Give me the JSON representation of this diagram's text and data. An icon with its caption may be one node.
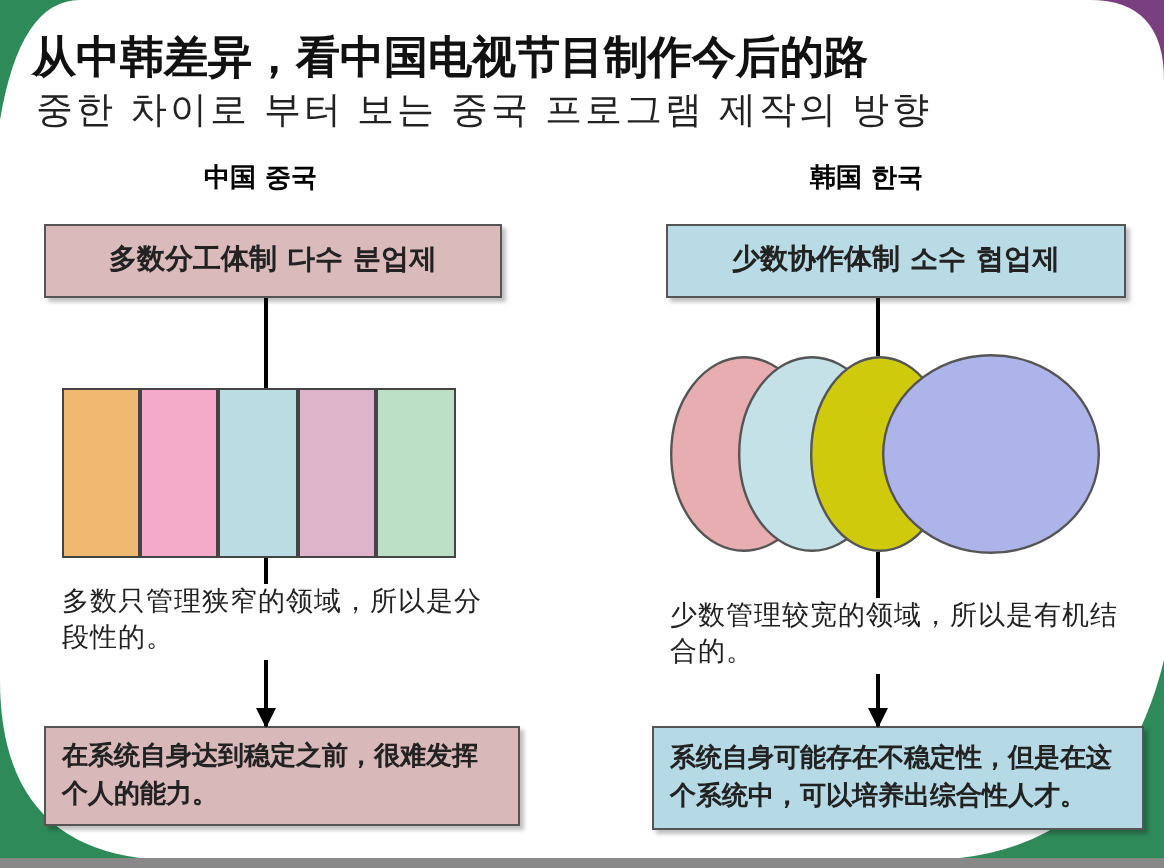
{
  "diagram": {
    "title": "从中韩差异，看中国电视节目制作今后的路",
    "nodes": [
      {
        "text": [
          "多数分工体制 다수 분업제"
        ]
      },
      {
        "text": [],
        "shape": "bar"
      },
      {
        "text": [],
        "shape": "bar"
      },
      {
        "text": [],
        "shape": "bar"
      },
      {
        "text": [],
        "shape": "bar"
      },
      {
        "text": [],
        "shape": "bar"
      },
      {
        "text": [
          "多数只管理狭窄的领域，所以是分段性的。"
        ]
      },
      {
        "text": [
          "在系统自身达到稳定之前，很难发挥个人的能力。"
        ]
      },
      {
        "text": [
          "少数协作体制 소수 협업제"
        ]
      },
      {
        "text": [],
        "shape": "circle"
      },
      {
        "text": [],
        "shape": "circle"
      },
      {
        "text": [],
        "shape": "circle"
      },
      {
        "text": [],
        "shape": "circle"
      },
      {
        "text": [
          "少数管理较宽的领域，所以是有机结合的。"
        ]
      },
      {
        "text": [
          "系统自身可能存在不稳定性，但是在这个系统中，可以培养出综合性人才。"
        ]
      }
    ],
    "edges": [
      {
        "from": 0,
        "to": 3,
        "arrow": "none"
      },
      {
        "from": 3,
        "to": 6,
        "arrow": "none"
      },
      {
        "from": 6,
        "to": 7,
        "arrow": "to"
      },
      {
        "from": 8,
        "to": 11,
        "arrow": "none"
      },
      {
        "from": 11,
        "to": 13,
        "arrow": "none"
      },
      {
        "from": 13,
        "to": 14,
        "arrow": "to"
      }
    ],
    "labels": [
      "중한 차이로 부터 보는 중국 프로그램 제작의 방향",
      "中国 중국",
      "韩国 한국"
    ]
  }
}
